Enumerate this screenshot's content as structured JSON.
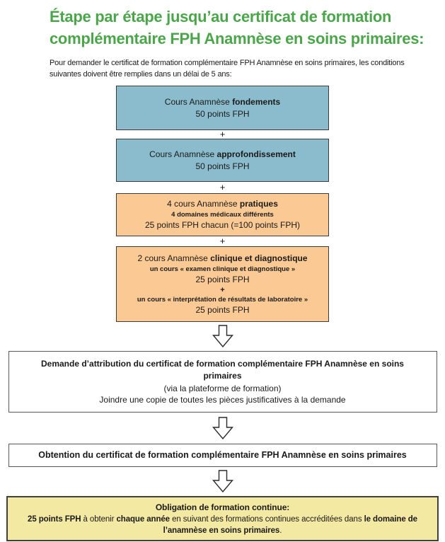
{
  "colors": {
    "title_green": "#4ba64b",
    "box_blue": "#8bbccd",
    "box_orange": "#fbc993",
    "box_yellow": "#f3e9a3"
  },
  "header": {
    "title_line1": "Étape par étape jusqu’au certificat de formation",
    "title_line2": "complémentaire FPH Anamnèse en soins primaires:",
    "intro_line1": "Pour demander le certificat de formation complémentaire FPH Anamnèse en soins primaires, les conditions",
    "intro_line2": "suivantes doivent être remplies dans un délai de 5 ans:"
  },
  "separators": {
    "plus1": "+",
    "plus2": "+",
    "plus3": "+"
  },
  "box_fondements": {
    "title_regular": "Cours Anamnèse ",
    "title_bold": "fondements",
    "points": "50 points FPH"
  },
  "box_approfondissement": {
    "title_regular": "Cours Anamnèse ",
    "title_bold": "approfondissement",
    "points": "50 points FPH"
  },
  "box_pratiques": {
    "title_regular": "4 cours Anamnèse ",
    "title_bold": "pratiques",
    "subtitle": "4 domaines médicaux différents",
    "points": "25 points FPH chacun (=100 points FPH)"
  },
  "box_clinique": {
    "title_regular": "2 cours Anamnèse ",
    "title_bold": "clinique et diagnostique",
    "part1_label": "un cours « examen clinique et diagnostique »",
    "part1_points": "25 points FPH",
    "inner_plus": "+",
    "part2_label": "un cours « interprétation de résultats de laboratoire »",
    "part2_points": "25 points FPH"
  },
  "box_demande": {
    "title_line1": "Demande d’attribution du certificat de formation complémentaire FPH Anamnèse en soins",
    "title_line2": "primaires",
    "line2": "(via la plateforme de formation)",
    "line3": "Joindre une copie de toutes les pièces justificatives à la demande"
  },
  "box_obtention": {
    "title": "Obtention du certificat de formation complémentaire FPH Anamnèse en soins primaires"
  },
  "box_obligation": {
    "title": "Obligation de formation continue:",
    "seg1_bold": "25 points FPH",
    "seg2": " à obtenir ",
    "seg3_bold": "chaque année",
    "seg4": " en suivant des formations continues accréditées dans ",
    "seg5_bold": "le domaine de l’anamnèse en soins primaires",
    "seg6": "."
  }
}
